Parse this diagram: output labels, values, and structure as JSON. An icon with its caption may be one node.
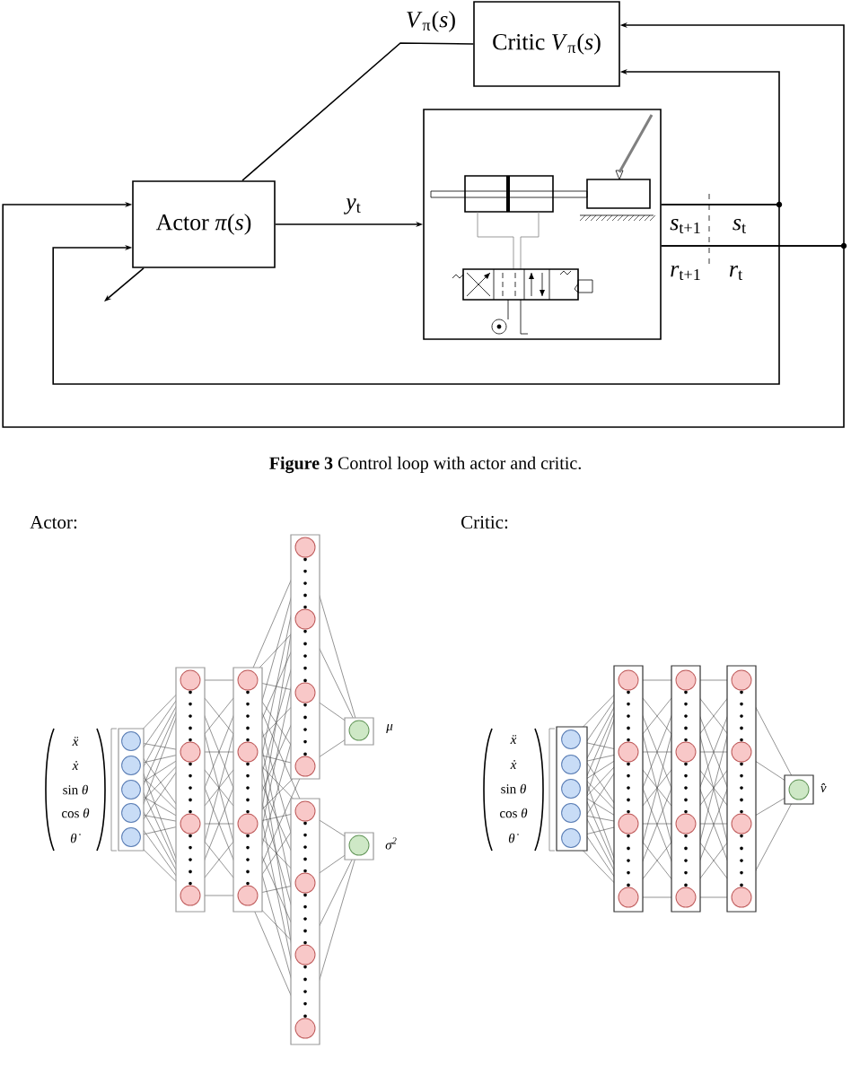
{
  "diagram": {
    "caption": "**Figure 3**   Control loop with actor and critic.",
    "nodes": [
      {
        "text": [
          "Critic *V*$_{π}$(*s*)"
        ]
      },
      {
        "text": [
          "Actor *π*(*s*)"
        ]
      },
      {
        "text": [],
        "shape": "picture"
      }
    ],
    "edges": [
      {
        "from": 0,
        "to": 1,
        "arrow": "none",
        "label": "*V*$_{π}$(*s*)"
      },
      {
        "from": 1,
        "to": 2,
        "arrow": "to",
        "label": "*y*$_{t}$"
      },
      {
        "from": 1,
        "to": null,
        "arrow": "to"
      },
      {
        "from": 2,
        "to": 0,
        "arrow": "to"
      },
      {
        "from": 2,
        "to": 1,
        "arrow": "to"
      },
      {
        "from": 2,
        "to": 0,
        "arrow": "to"
      },
      {
        "from": 2,
        "to": 1,
        "arrow": "to"
      }
    ],
    "labels": [
      "*s*$_{t+1}$",
      "*s*$_{t}$",
      "*r*$_{t+1}$",
      "*r*$_{t}$",
      "Actor:",
      "Critic:",
      "*ẍ*",
      "*ẋ*",
      "sin *θ*",
      "cos *θ*",
      "*θ̇*",
      "μ",
      "σ$^{2}$",
      "*ẍ*",
      "*ẋ*",
      "sin *θ*",
      "cos *θ*",
      "*θ̇*",
      "*v̂*"
    ]
  }
}
